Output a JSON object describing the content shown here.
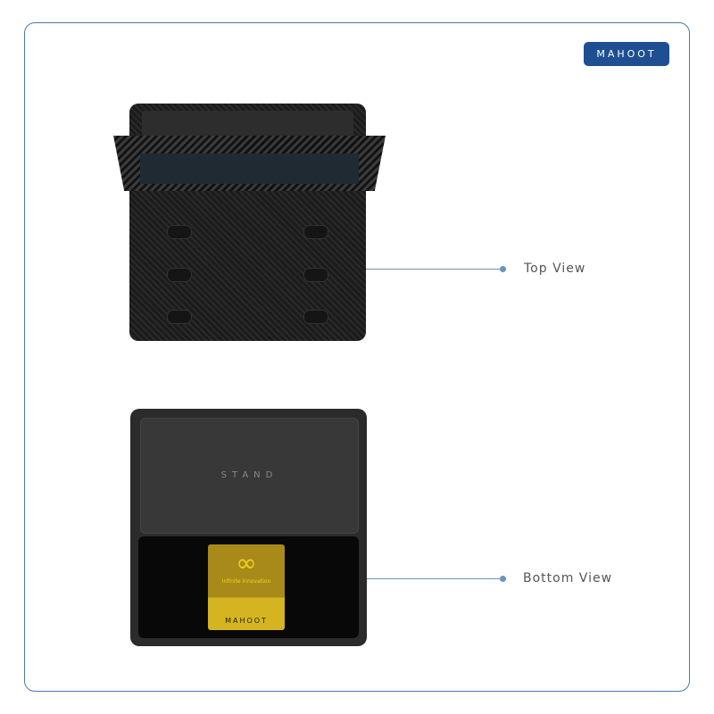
{
  "brand": {
    "logo_text": "MAHOOT"
  },
  "views": {
    "top_label": "Top View",
    "bottom_label": "Bottom View"
  },
  "product": {
    "lid_text": "STAND",
    "sticker_tagline": "Infinite Innovation",
    "sticker_brand": "MAHOOT",
    "sticker_symbol": "∞"
  }
}
